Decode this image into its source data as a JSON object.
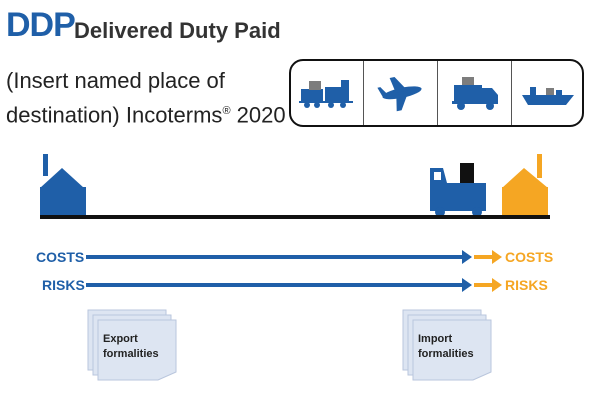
{
  "header": {
    "abbr": "DDP",
    "full": "Delivered Duty Paid",
    "subtitle_line1": "(Insert named place of",
    "subtitle_line2_pre": "destination) Incoterms",
    "subtitle_reg": "®",
    "subtitle_year": " 2020"
  },
  "transport_modes": [
    "train-icon",
    "airplane-icon",
    "truck-icon",
    "ship-icon"
  ],
  "flow": {
    "costs_left": "COSTS",
    "risks_left": "RISKS",
    "costs_right": "COSTS",
    "risks_right": "RISKS",
    "transfer_point": "destination"
  },
  "documents": {
    "export": [
      "Export",
      "formalities"
    ],
    "import": [
      "Import",
      "formalities"
    ]
  },
  "colors": {
    "seller": "#1f5fa8",
    "buyer": "#f5a623",
    "doc_fill": "#dde5f2",
    "line": "#111111"
  }
}
